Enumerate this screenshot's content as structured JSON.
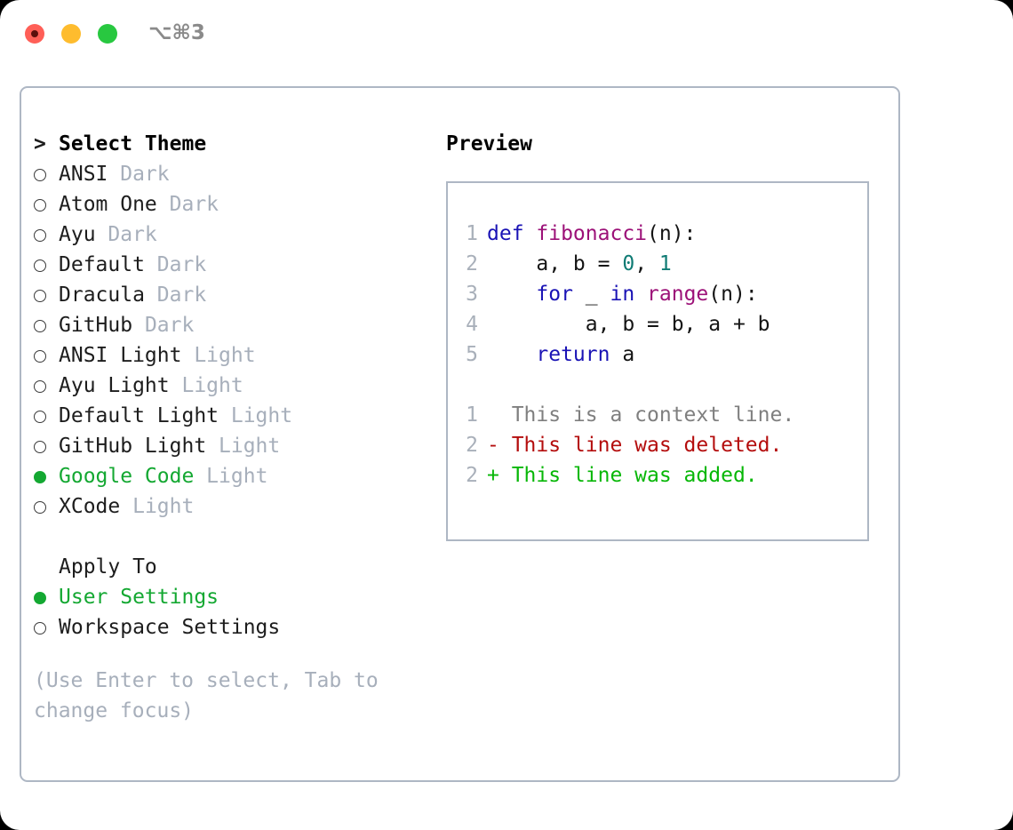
{
  "titlebar": {
    "shortcut": "⌥⌘3",
    "buttons": [
      "close",
      "minimize",
      "maximize"
    ]
  },
  "theme_list": {
    "header_marker": ">",
    "header": "Select Theme",
    "items": [
      {
        "marker": "radio",
        "selected": false,
        "name": "ANSI",
        "suffix": "Dark"
      },
      {
        "marker": "radio",
        "selected": false,
        "name": "Atom One",
        "suffix": "Dark"
      },
      {
        "marker": "radio",
        "selected": false,
        "name": "Ayu",
        "suffix": "Dark"
      },
      {
        "marker": "radio",
        "selected": false,
        "name": "Default",
        "suffix": "Dark"
      },
      {
        "marker": "radio",
        "selected": false,
        "name": "Dracula",
        "suffix": "Dark"
      },
      {
        "marker": "radio",
        "selected": false,
        "name": "GitHub",
        "suffix": "Dark"
      },
      {
        "marker": "radio",
        "selected": false,
        "name": "ANSI Light",
        "suffix": "Light"
      },
      {
        "marker": "radio",
        "selected": false,
        "name": "Ayu Light",
        "suffix": "Light"
      },
      {
        "marker": "radio",
        "selected": false,
        "name": "Default Light",
        "suffix": "Light"
      },
      {
        "marker": "radio",
        "selected": false,
        "name": "GitHub Light",
        "suffix": "Light"
      },
      {
        "marker": "radio",
        "selected": true,
        "name": "Google Code",
        "suffix": "Light"
      },
      {
        "marker": "radio",
        "selected": false,
        "name": "XCode",
        "suffix": "Light"
      }
    ]
  },
  "apply_to": {
    "header": "Apply To",
    "items": [
      {
        "selected": true,
        "name": "User Settings"
      },
      {
        "selected": false,
        "name": "Workspace Settings"
      }
    ]
  },
  "hint": "(Use Enter to select, Tab to change focus)",
  "preview": {
    "title": "Preview",
    "code_lines": [
      {
        "no": "1",
        "tokens": [
          {
            "t": "def ",
            "c": "kw"
          },
          {
            "t": "fibonacci",
            "c": "fn"
          },
          {
            "t": "(n):",
            "c": "plain"
          }
        ]
      },
      {
        "no": "2",
        "tokens": [
          {
            "t": "    a, b = ",
            "c": "plain"
          },
          {
            "t": "0",
            "c": "num"
          },
          {
            "t": ", ",
            "c": "plain"
          },
          {
            "t": "1",
            "c": "num"
          }
        ]
      },
      {
        "no": "3",
        "tokens": [
          {
            "t": "    ",
            "c": "plain"
          },
          {
            "t": "for",
            "c": "kw"
          },
          {
            "t": " _ ",
            "c": "plain"
          },
          {
            "t": "in",
            "c": "kw"
          },
          {
            "t": " ",
            "c": "plain"
          },
          {
            "t": "range",
            "c": "fn"
          },
          {
            "t": "(n):",
            "c": "plain"
          }
        ]
      },
      {
        "no": "4",
        "tokens": [
          {
            "t": "        a, b = b, a + b",
            "c": "plain"
          }
        ]
      },
      {
        "no": "5",
        "tokens": [
          {
            "t": "    ",
            "c": "plain"
          },
          {
            "t": "return",
            "c": "kw"
          },
          {
            "t": " a",
            "c": "plain"
          }
        ]
      }
    ],
    "diff_lines": [
      {
        "no": "1",
        "kind": "ctx",
        "text": "  This is a context line."
      },
      {
        "no": "2",
        "kind": "del",
        "text": "- This line was deleted."
      },
      {
        "no": "2",
        "kind": "add",
        "text": "+ This line was added."
      }
    ]
  },
  "colors": {
    "selected_green": "#14a832",
    "muted_gray": "#a7afbb",
    "border": "#aeb7c4",
    "keyword": "#1a13b5",
    "function": "#9c1178",
    "number": "#0f7b74",
    "diff_add": "#07b707",
    "diff_del": "#b40d0d",
    "diff_ctx": "#7f7f7f"
  }
}
